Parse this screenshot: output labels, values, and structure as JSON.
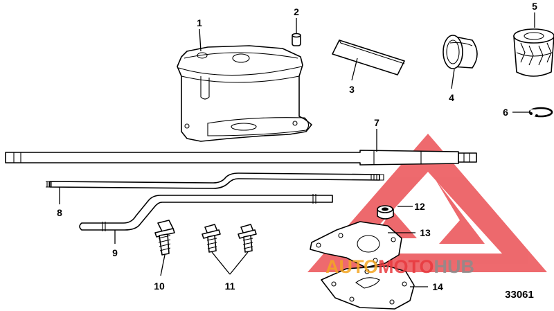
{
  "diagram": {
    "part_number": "33061",
    "callouts": [
      {
        "id": "1",
        "label": "1"
      },
      {
        "id": "2",
        "label": "2"
      },
      {
        "id": "3",
        "label": "3"
      },
      {
        "id": "4",
        "label": "4"
      },
      {
        "id": "5",
        "label": "5"
      },
      {
        "id": "6",
        "label": "6"
      },
      {
        "id": "7",
        "label": "7"
      },
      {
        "id": "8",
        "label": "8"
      },
      {
        "id": "9",
        "label": "9"
      },
      {
        "id": "10",
        "label": "10"
      },
      {
        "id": "11",
        "label": "11"
      },
      {
        "id": "12",
        "label": "12"
      },
      {
        "id": "13",
        "label": "13"
      },
      {
        "id": "14",
        "label": "14"
      }
    ]
  },
  "watermark": {
    "part1": "AUTO",
    "part2": "MOTO",
    "part3": "HUB",
    "color_red": "#e8383d",
    "color_orange": "#f4a623",
    "color_gray": "#8c8c8c"
  }
}
